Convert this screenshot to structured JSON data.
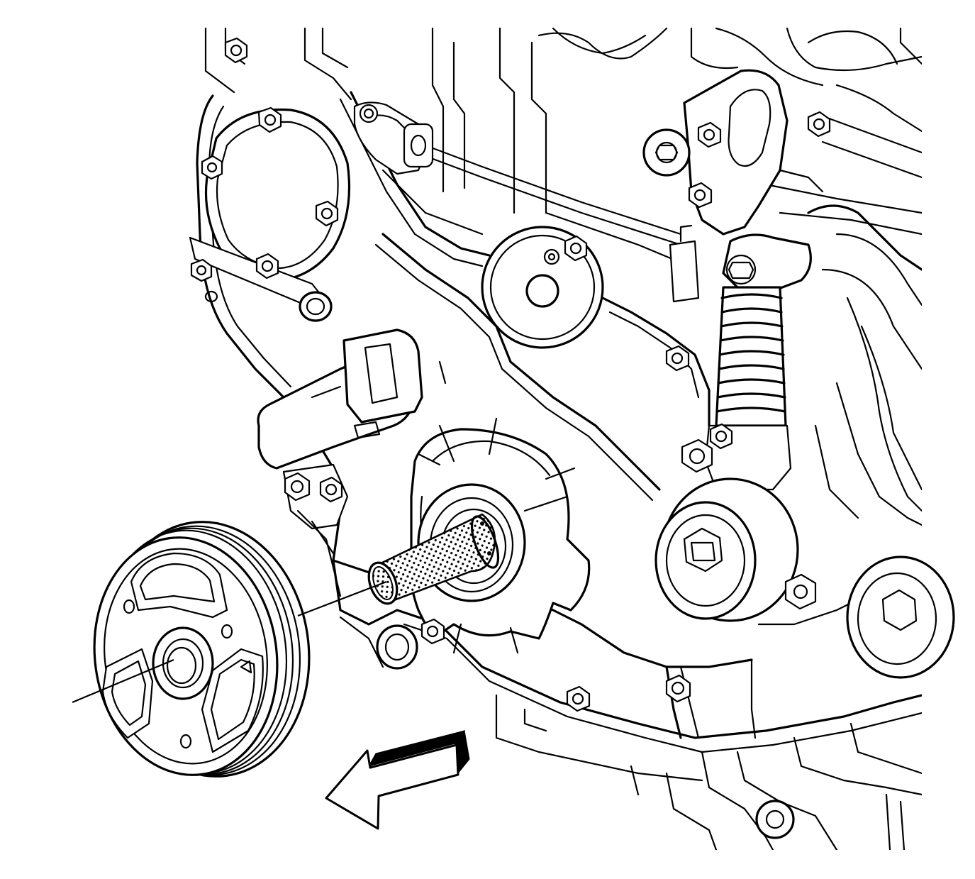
{
  "figure": {
    "parts": [
      {
        "id": "crankshaft-balancer",
        "icon": "pulley-icon"
      },
      {
        "id": "crankshaft-front-oil-seal-installer",
        "icon": "seal-installer-icon"
      },
      {
        "id": "engine-front-cover",
        "icon": "front-cover-icon"
      },
      {
        "id": "belt-tensioner",
        "icon": "tensioner-icon"
      },
      {
        "id": "idler-pulley",
        "icon": "idler-pulley-icon"
      },
      {
        "id": "camshaft-position-sensor",
        "icon": "sensor-icon"
      }
    ],
    "direction_arrow": {
      "icon": "removal-direction-arrow-icon",
      "points": "down-left"
    },
    "colors": {
      "line": "#000000",
      "background": "#ffffff"
    }
  }
}
